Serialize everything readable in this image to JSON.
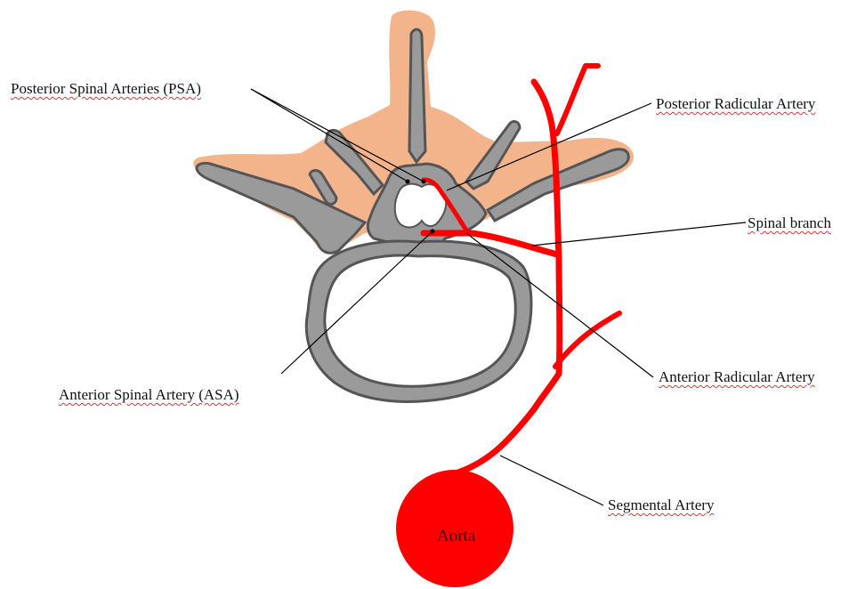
{
  "labels": {
    "psa": "Posterior Spinal Arteries (PSA)",
    "posterior_radicular": "Posterior Radicular Artery",
    "spinal_branch": "Spinal branch",
    "anterior_radicular": "Anterior Radicular Artery",
    "asa": "Anterior Spinal Artery (ASA)",
    "segmental": "Segmental Artery",
    "aorta": "Aorta"
  },
  "colors": {
    "bone_fill": "#9a9a9a",
    "bone_outline": "#555555",
    "soft_tissue": "#f3b48c",
    "artery": "#ff0000",
    "leader_line": "#000000"
  }
}
